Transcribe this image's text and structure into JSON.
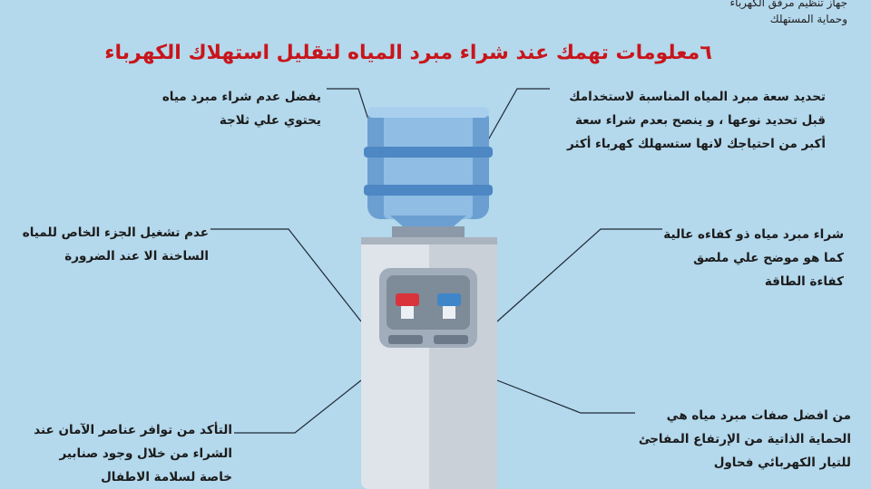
{
  "header": {
    "org_line1": "جهاز تنظيم مرفق الكهرباء",
    "org_line2": "وحماية المستهلك",
    "title": "٦معلومات تهمك عند شراء مبرد المياه لتقليل استهلاك الكهرباء"
  },
  "tips": {
    "top_left": "يفضل عدم شراء مبرد مياه يحتوي علي ثلاجة",
    "top_right": "تحديد سعة مبرد المياه المناسبة لاستخدامك قبل تحديد نوعها ، و ينصح بعدم شراء سعة أكبر من احتياجك لانها ستسهلك كهرباء أكثر",
    "middle_left": "عدم تشغيل الجزء الخاص للمياه الساخنة الا عند الضرورة",
    "middle_right": "شراء مبرد مياه ذو كفاءه عالية كما هو موضح علي ملصق كفاءة الطاقة",
    "bottom_left": "التأكد من توافر عناصر الآمان عند الشراء من خلال وجود صنابير خاصة لسلامة الاطفال",
    "bottom_right": "من افضل صفات مبرد مياه هي الحماية الذاتية من الإرتفاع المفاجئ للتيار الكهربائي فحاول"
  },
  "colors": {
    "background": "#b4d8ec",
    "title": "#c8151b",
    "hot_tap": "#d9343b",
    "cold_tap": "#3f86c9"
  },
  "icons": {
    "hot_tap": "hot-water-tap-icon",
    "cold_tap": "cold-water-tap-icon",
    "bottle": "water-bottle-icon"
  }
}
